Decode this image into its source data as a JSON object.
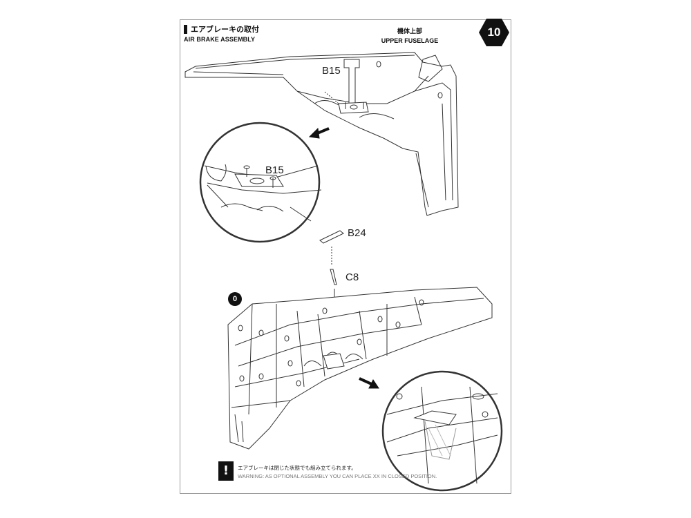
{
  "header": {
    "title_jp": "エアブレーキの取付",
    "title_en": "AIR BRAKE ASSEMBLY",
    "section_jp": "機体上部",
    "section_en": "UPPER FUSELAGE",
    "step_number": "10"
  },
  "parts": {
    "b15_main": "B15",
    "b15_detail": "B15",
    "b24": "B24",
    "c8": "C8"
  },
  "sub_step_marker": "0",
  "note": {
    "jp": "エアブレーキは閉じた状態でも組み立てられます。",
    "en": "WARNING: AS OPTIONAL ASSEMBLY YOU CAN PLACE XX IN CLOSED POSITION."
  },
  "colors": {
    "badge": "#111111",
    "line": "#333333",
    "fill": "#ffffff"
  }
}
